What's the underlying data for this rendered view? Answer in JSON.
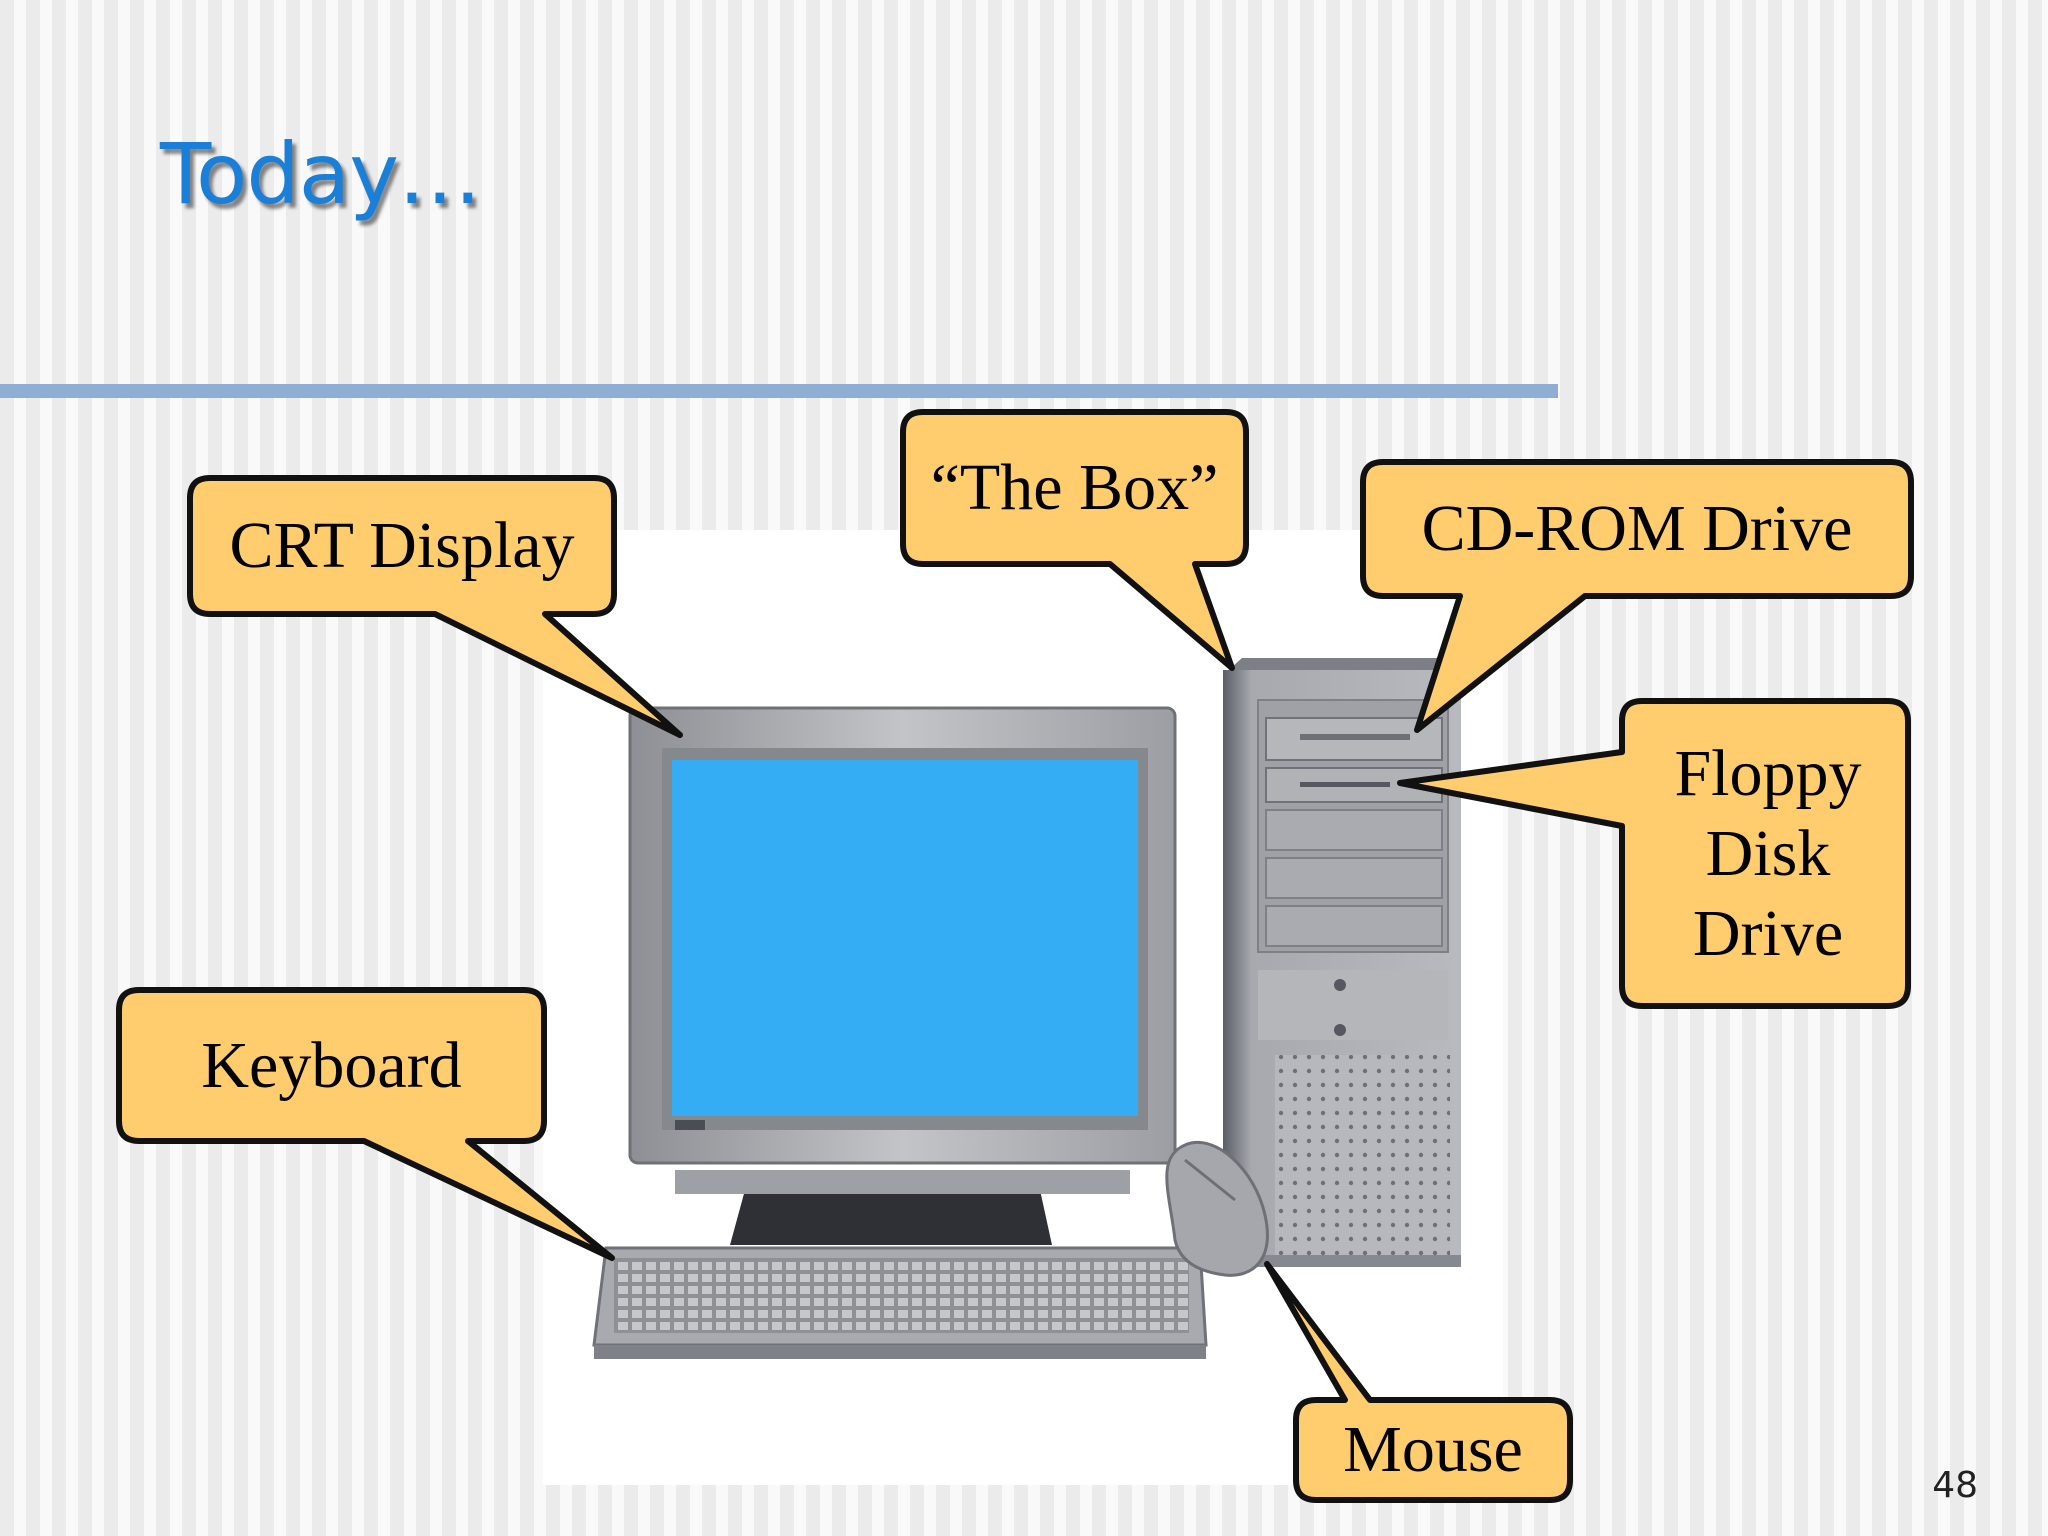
{
  "slide": {
    "title": "Today…",
    "page_number": "48"
  },
  "callouts": {
    "crt_display": "CRT Display",
    "the_box": "“The Box”",
    "cd_rom": "CD-ROM Drive",
    "floppy": "Floppy Disk Drive",
    "keyboard": "Keyboard",
    "mouse": "Mouse"
  },
  "colors": {
    "title": "#1a7fd8",
    "divider": "#8faed3",
    "callout_fill": "#ffcc6e",
    "screen": "#35adf5"
  }
}
